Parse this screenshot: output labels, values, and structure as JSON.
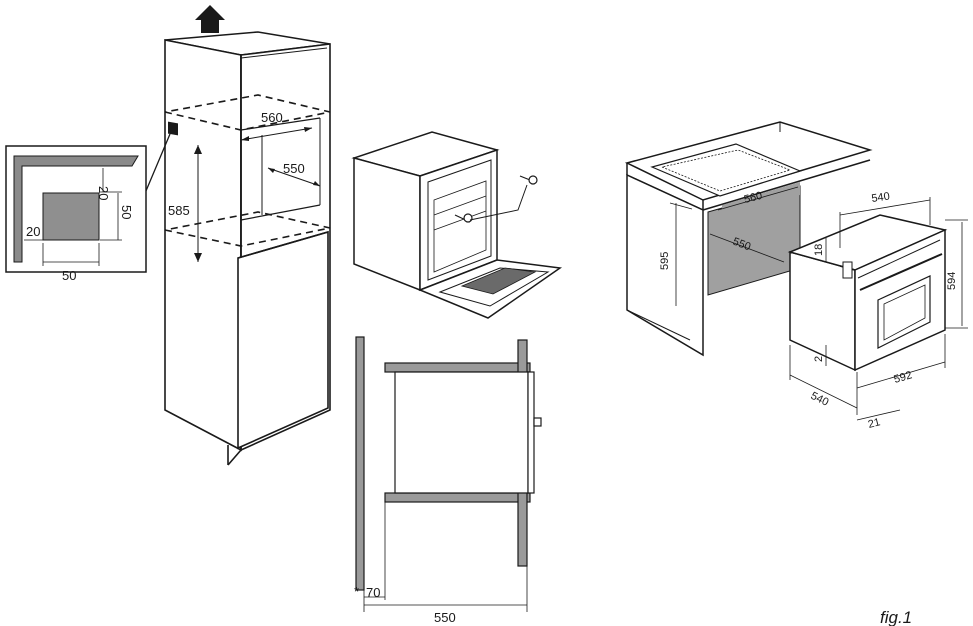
{
  "labels": {
    "detail_top": "20",
    "detail_height": "50",
    "detail_left": "20",
    "detail_width": "50",
    "cab_width": "560",
    "cab_depth": "550",
    "cab_height": "585",
    "side_asterisk": "*",
    "side_gap": "70",
    "side_depth": "550",
    "iso_depth": "540",
    "iso_width_niche": "560",
    "iso_depth_niche": "550",
    "iso_height_niche": "595",
    "iso_top_gap": "18",
    "iso_height": "594",
    "iso_bottom_gap": "2",
    "iso_base_depth": "540",
    "iso_width": "592",
    "iso_front": "21",
    "figure_caption": "fig.1"
  }
}
